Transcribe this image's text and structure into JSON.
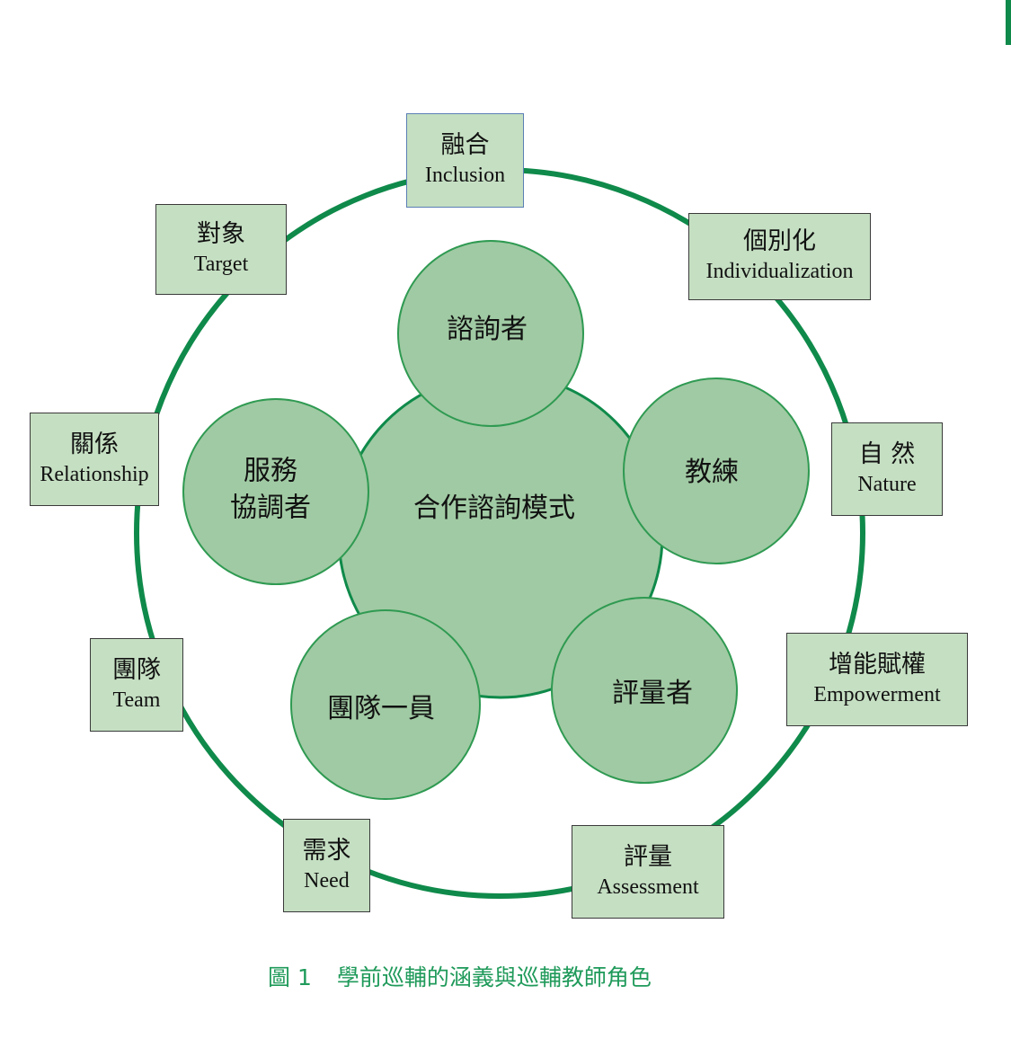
{
  "center": {
    "label": "合作諮詢模式"
  },
  "roles": [
    {
      "label": "諮詢者"
    },
    {
      "label": "教練"
    },
    {
      "label": "評量者"
    },
    {
      "label": "團隊一員"
    },
    {
      "label": "服務\n協調者",
      "line1": "服務",
      "line2": "協調者"
    }
  ],
  "meanings": [
    {
      "zh": "融合",
      "en": "Inclusion"
    },
    {
      "zh": "個別化",
      "en": "Individualization"
    },
    {
      "zh": "自 然",
      "en": "Nature"
    },
    {
      "zh": "增能賦權",
      "en": "Empowerment"
    },
    {
      "zh": "評量",
      "en": "Assessment"
    },
    {
      "zh": "需求",
      "en": "Need"
    },
    {
      "zh": "團隊",
      "en": "Team"
    },
    {
      "zh": "關係",
      "en": "Relationship"
    },
    {
      "zh": "對象",
      "en": "Target"
    }
  ],
  "caption": {
    "number": "圖 1",
    "title": "學前巡輔的涵義與巡輔教師角色"
  },
  "colors": {
    "ring": "#0f8a4a",
    "circle_fill": "#a0caa3",
    "circle_stroke": "#2f9a52",
    "box_fill": "#c5dfc2",
    "caption": "#1f9a5a"
  }
}
